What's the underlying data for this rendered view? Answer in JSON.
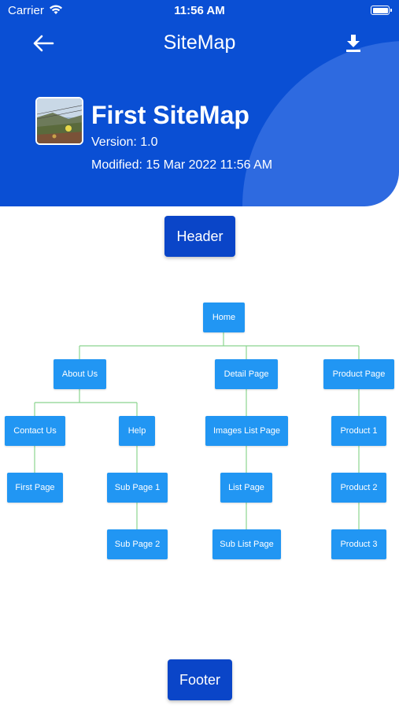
{
  "status_bar": {
    "carrier": "Carrier",
    "time": "11:56 AM"
  },
  "nav": {
    "title": "SiteMap",
    "back_icon": "arrow-left-icon",
    "download_icon": "download-icon"
  },
  "sitemap": {
    "title": "First SiteMap",
    "version": "Version: 1.0",
    "modified": "Modified: 15 Mar 2022 11:56 AM"
  },
  "sections": {
    "header": "Header",
    "footer": "Footer"
  },
  "tree": {
    "home": "Home",
    "about_us": "About Us",
    "detail_page": "Detail Page",
    "product_page": "Product Page",
    "contact_us": "Contact Us",
    "help": "Help",
    "images_list_page": "Images List Page",
    "product_1": "Product 1",
    "first_page": "First Page",
    "sub_page_1": "Sub Page 1",
    "list_page": "List Page",
    "product_2": "Product 2",
    "sub_page_2": "Sub Page 2",
    "sub_list_page": "Sub List Page",
    "product_3": "Product 3"
  },
  "colors": {
    "header_bg": "#0a4fd4",
    "header_arc": "#2e6ae0",
    "section_button": "#0a45c8",
    "node": "#2196f3",
    "connector": "#8bd48f"
  }
}
